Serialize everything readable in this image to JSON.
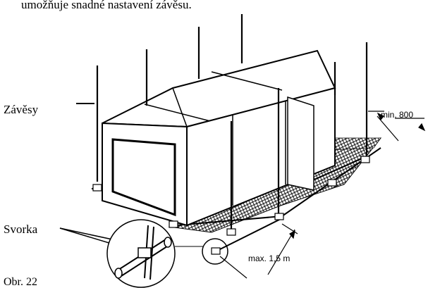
{
  "top_text": "umožňuje snadné nastavení závěsu.",
  "labels": {
    "hangers": "Závěsy",
    "clamp": "Svorka",
    "figure": "Obr. 22"
  },
  "dimensions": {
    "min_spacing": "min. 800",
    "max_spacing": "max. 1,5 m"
  }
}
